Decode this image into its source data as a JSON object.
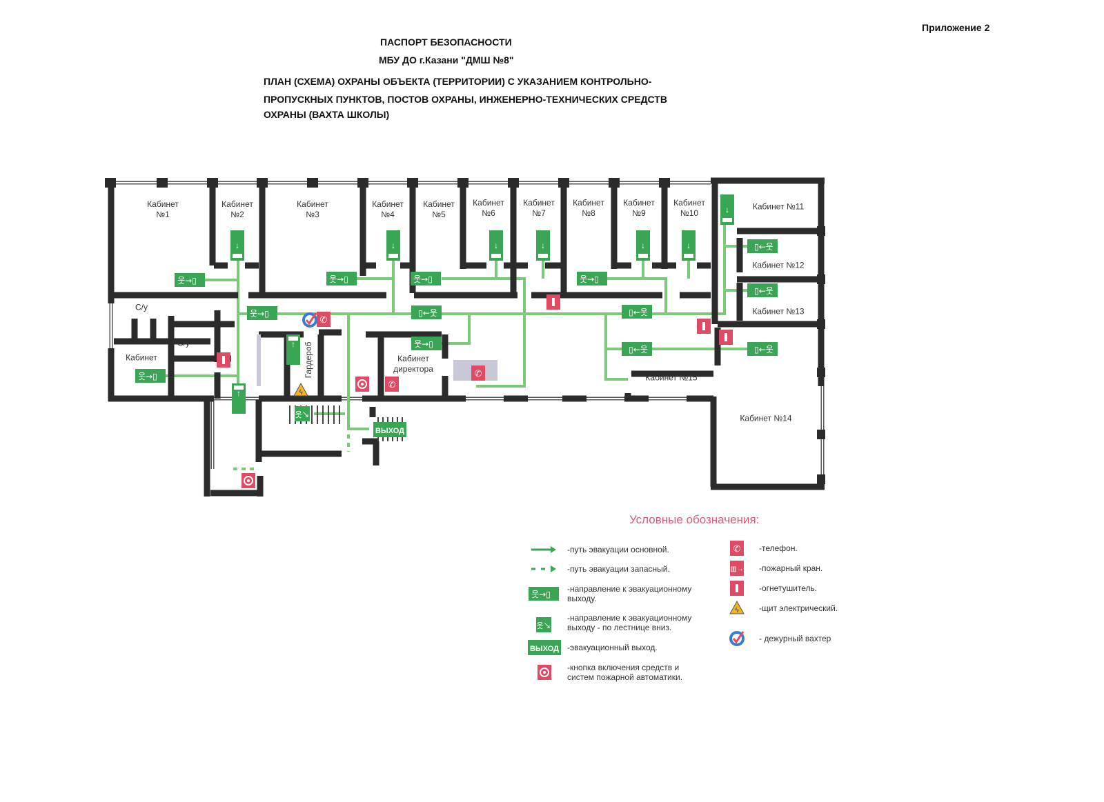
{
  "appendix": "Приложение 2",
  "header": {
    "line1": "ПАСПОРТ БЕЗОПАСНОСТИ",
    "line2": "МБУ ДО г.Казани \"ДМШ №8\"",
    "line3": "ПЛАН (СХЕМА) ОХРАНЫ ОБЪЕКТА (ТЕРРИТОРИИ) С УКАЗАНИЕМ КОНТРОЛЬНО-",
    "line4": "ПРОПУСКНЫХ ПУНКТОВ, ПОСТОВ ОХРАНЫ, ИНЖЕНЕРНО-ТЕХНИЧЕСКИХ СРЕДСТВ",
    "line5": "ОХРАНЫ (ВАХТА ШКОЛЫ)"
  },
  "rooms": {
    "r1": "Кабинет\n№1",
    "r2": "Кабинет\n№2",
    "r3": "Кабинет\n№3",
    "r4": "Кабинет\n№4",
    "r5": "Кабинет\n№5",
    "r6": "Кабинет\n№6",
    "r7": "Кабинет\n№7",
    "r8": "Кабинет\n№8",
    "r9": "Кабинет\n№9",
    "r10": "Кабинет\n№10",
    "r11": "Кабинет №11",
    "r12": "Кабинет №12",
    "r13": "Кабинет №13",
    "r14": "Кабинет №14",
    "r15": "Кабинет №15",
    "wc1": "С/у",
    "wc2": "С/у",
    "cab": "Кабинет",
    "director": "Кабинет\nдиректора",
    "wardrobe": "Гардероб"
  },
  "exit_label": "ВЫХОД",
  "legend": {
    "title": "Условные обозначения:",
    "items": [
      "-путь эвакуации основной.",
      "-путь эвакуации запасный.",
      "-направление к эвакуационному\nвыходу.",
      "-направление к эвакуационному\nвыходу - по лестнице вниз.",
      "-эвакуационный выход.",
      "-кнопка включения средств и\nсистем пожарной автоматики.",
      "-телефон.",
      "-пожарный кран.",
      "-огнетушитель.",
      "-щит электрический.",
      "- дежурный вахтер"
    ]
  },
  "colors": {
    "wall": "#2b2b2b",
    "green": "#3aa655",
    "path": "#7cc97c",
    "red": "#e04a64",
    "legend_title": "#e0587a"
  }
}
